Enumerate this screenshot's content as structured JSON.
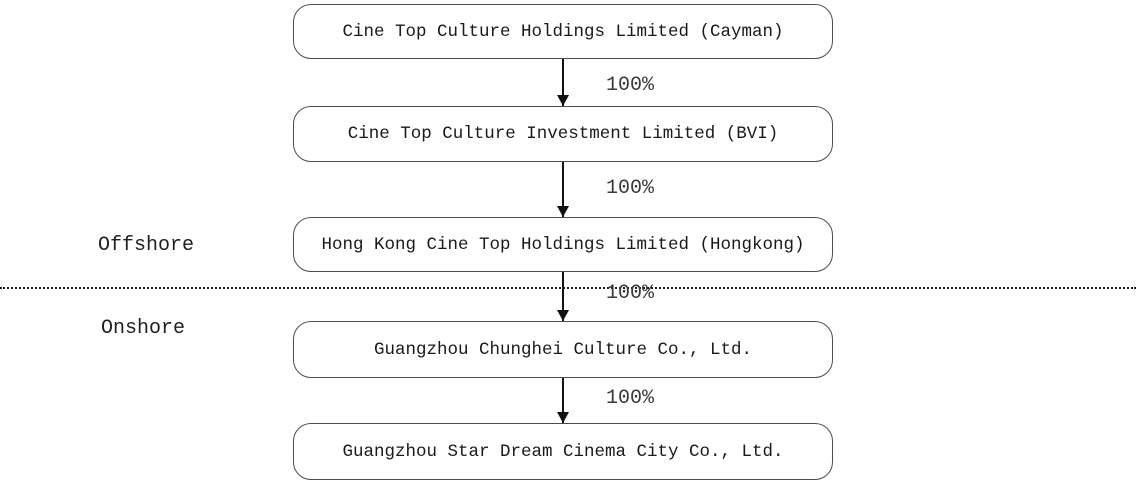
{
  "diagram": {
    "title": "corporate-ownership-structure",
    "nodes": [
      {
        "id": "cayman",
        "label": "Cine Top Culture Holdings Limited (Cayman)"
      },
      {
        "id": "bvi",
        "label": "Cine Top Culture Investment Limited (BVI)"
      },
      {
        "id": "hongkong",
        "label": "Hong Kong Cine Top Holdings Limited (Hongkong)"
      },
      {
        "id": "chunghei",
        "label": "Guangzhou Chunghei Culture Co., Ltd."
      },
      {
        "id": "stardream",
        "label": "Guangzhou Star Dream Cinema City Co., Ltd."
      }
    ],
    "edges": [
      {
        "from": "cayman",
        "to": "bvi",
        "label": "100%"
      },
      {
        "from": "bvi",
        "to": "hongkong",
        "label": "100%"
      },
      {
        "from": "hongkong",
        "to": "chunghei",
        "label": "100%"
      },
      {
        "from": "chunghei",
        "to": "stardream",
        "label": "100%"
      }
    ],
    "regions": {
      "offshore": "Offshore",
      "onshore": "Onshore"
    },
    "colors": {
      "box_border": "#4d4d4d",
      "text": "#1a1a1a",
      "arrow": "#111111",
      "edge_label": "#3a3a3a"
    }
  }
}
